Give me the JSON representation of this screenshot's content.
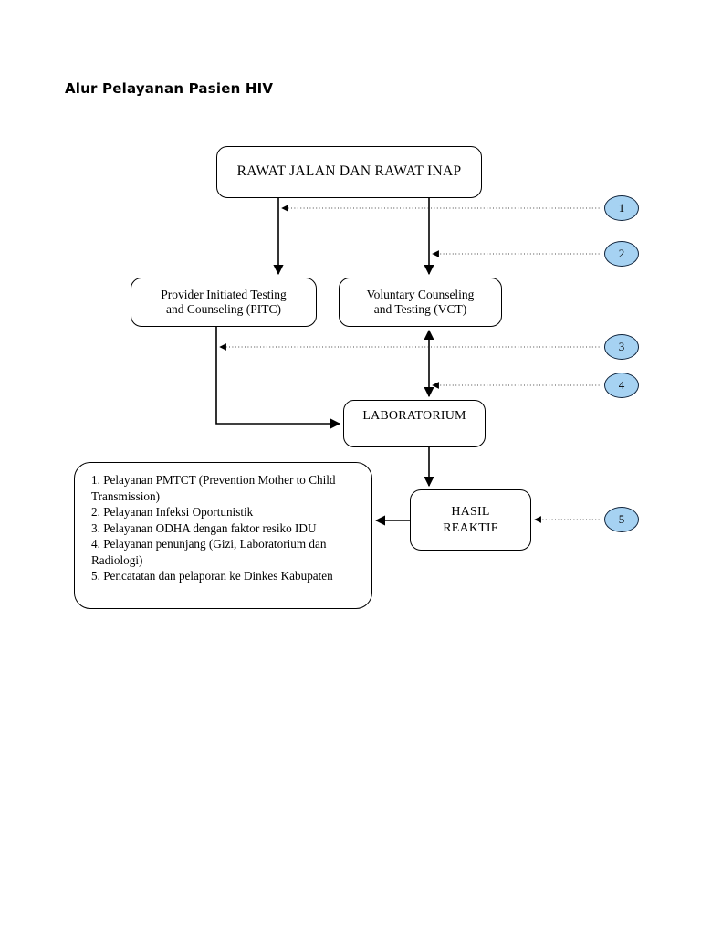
{
  "page": {
    "title": "Alur Pelayanan Pasien HIV",
    "background_color": "#ffffff"
  },
  "diagram": {
    "type": "flowchart",
    "nodes": {
      "rawat": {
        "label": "RAWAT JALAN DAN RAWAT INAP",
        "shape": "rounded-rect"
      },
      "pitc": {
        "label": "Provider Initiated Testing\nand Counseling (PITC)",
        "shape": "rounded-rect"
      },
      "vct": {
        "label": "Voluntary Counseling\nand Testing (VCT)",
        "shape": "rounded-rect"
      },
      "lab": {
        "label": "LABORATORIUM",
        "shape": "rounded-rect"
      },
      "hasil": {
        "label": "HASIL\nREAKTIF",
        "shape": "rounded-rect"
      },
      "services": {
        "shape": "rounded-rect",
        "lines": [
          "1. Pelayanan PMTCT (Prevention Mother to Child Transmission)",
          "2. Pelayanan Infeksi Oportunistik",
          "3. Pelayanan ODHA dengan faktor resiko IDU",
          "4. Pelayanan penunjang (Gizi, Laboratorium dan Radiologi)",
          "5. Pencatatan dan pelaporan ke Dinkes Kabupaten"
        ]
      }
    },
    "reference_markers": [
      {
        "id": "1",
        "label": "1",
        "fill": "#a6d2f2",
        "stroke": "#10243c",
        "target": "pitc-branch"
      },
      {
        "id": "2",
        "label": "2",
        "fill": "#a6d2f2",
        "stroke": "#10243c",
        "target": "vct-branch"
      },
      {
        "id": "3",
        "label": "3",
        "fill": "#a6d2f2",
        "stroke": "#10243c",
        "target": "pitc-to-lab"
      },
      {
        "id": "4",
        "label": "4",
        "fill": "#a6d2f2",
        "stroke": "#10243c",
        "target": "vct-lab-link"
      },
      {
        "id": "5",
        "label": "5",
        "fill": "#a6d2f2",
        "stroke": "#10243c",
        "target": "hasil-reaktif"
      }
    ],
    "edges": [
      {
        "from": "rawat",
        "to": "pitc",
        "style": "solid",
        "arrow": "end"
      },
      {
        "from": "rawat",
        "to": "vct",
        "style": "solid",
        "arrow": "end"
      },
      {
        "from": "pitc",
        "to": "lab",
        "style": "solid",
        "arrow": "end"
      },
      {
        "from": "vct",
        "to": "lab",
        "style": "solid",
        "arrow": "both"
      },
      {
        "from": "lab",
        "to": "hasil",
        "style": "solid",
        "arrow": "end"
      },
      {
        "from": "hasil",
        "to": "services",
        "style": "solid",
        "arrow": "end"
      },
      {
        "from": "marker-1",
        "to": "pitc-branch",
        "style": "dotted",
        "arrow": "end"
      },
      {
        "from": "marker-2",
        "to": "vct-branch",
        "style": "dotted",
        "arrow": "end"
      },
      {
        "from": "marker-3",
        "to": "pitc-to-lab",
        "style": "dotted",
        "arrow": "end"
      },
      {
        "from": "marker-4",
        "to": "vct-lab-link",
        "style": "dotted",
        "arrow": "end"
      },
      {
        "from": "marker-5",
        "to": "hasil",
        "style": "dotted",
        "arrow": "end"
      }
    ],
    "line_color": "#000000"
  }
}
